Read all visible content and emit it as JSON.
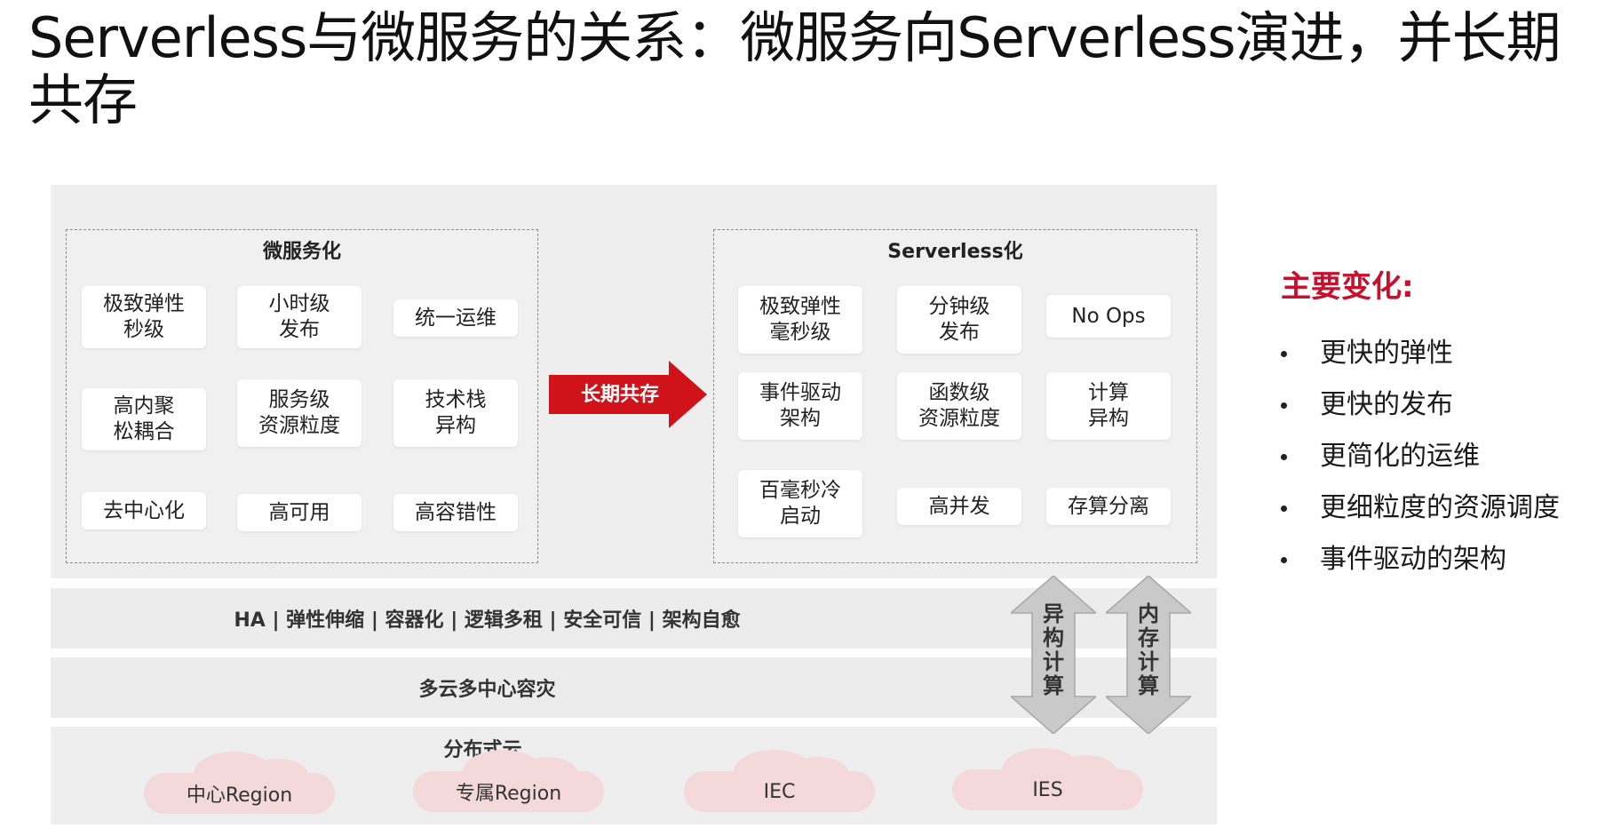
{
  "title": "Serverless与微服务的关系：微服务向Serverless演进，并长期共存",
  "microservices": {
    "title": "微服务化",
    "chips": [
      "极致弹性\n秒级",
      "小时级\n发布",
      "统一运维",
      "高内聚\n松耦合",
      "服务级\n资源粒度",
      "技术栈\n异构",
      "去中心化",
      "高可用",
      "高容错性"
    ]
  },
  "arrow": {
    "label": "长期共存",
    "color": "#d0121b"
  },
  "serverless": {
    "title": "Serverless化",
    "chips": [
      "极致弹性\n毫秒级",
      "分钟级\n发布",
      "No Ops",
      "事件驱动\n架构",
      "函数级\n资源粒度",
      "计算\n异构",
      "百毫秒冷\n启动",
      "高并发",
      "存算分离"
    ]
  },
  "bands": {
    "capabilities": "HA  |  弹性伸缩  |  容器化  |  逻辑多租  |  安全可信 | 架构自愈",
    "dr": "多云多中心容灾",
    "distributed_cloud": "分布式云"
  },
  "pillars": [
    "异\n构\n计\n算",
    "内\n存\n计\n算"
  ],
  "clouds": [
    "中心Region",
    "专属Region",
    "IEC",
    "IES"
  ],
  "changes": {
    "title": "主要变化:",
    "title_color": "#c8102e",
    "items": [
      "更快的弹性",
      "更快的发布",
      "更简化的运维",
      "更细粒度的资源调度",
      "事件驱动的架构"
    ]
  }
}
